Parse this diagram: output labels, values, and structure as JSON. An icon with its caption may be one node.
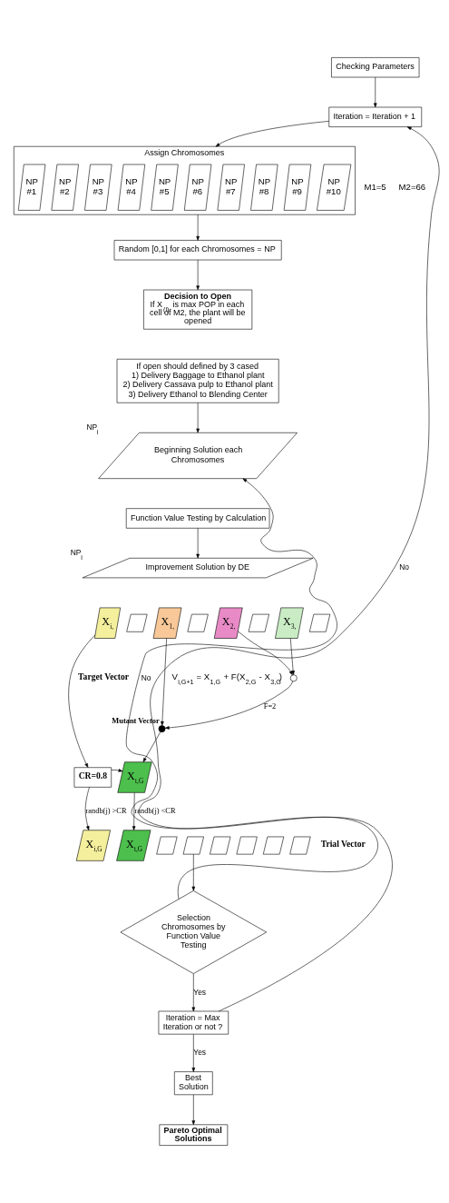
{
  "diagram": {
    "nodes": [
      {
        "text": [
          "Checking Parameters"
        ]
      },
      {
        "text": [
          "Iteration = Iteration + 1"
        ]
      },
      {
        "text": [
          "Assign Chromosomes"
        ]
      },
      {
        "text": [
          "NP #1"
        ],
        "in": 2
      },
      {
        "text": [
          "NP #2"
        ],
        "in": 2
      },
      {
        "text": [
          "NP #3"
        ],
        "in": 2
      },
      {
        "text": [
          "NP #4"
        ],
        "in": 2
      },
      {
        "text": [
          "NP #5"
        ],
        "in": 2
      },
      {
        "text": [
          "NP #6"
        ],
        "in": 2
      },
      {
        "text": [
          "NP #7"
        ],
        "in": 2
      },
      {
        "text": [
          "NP #8"
        ],
        "in": 2
      },
      {
        "text": [
          "NP #9"
        ],
        "in": 2
      },
      {
        "text": [
          "NP #10"
        ],
        "in": 2
      },
      {
        "text": [
          "Random [0,1] for each Chromosomes = NP"
        ]
      },
      {
        "text": [
          "Decision to Open",
          "If X$_{(i)}$ is max POP in each cell of M2, the plant will be opened"
        ]
      },
      {
        "text": [
          "If open should defined by 3 cased",
          "1) Delivery Baggage to Ethanol plant",
          "2) Delivery Cassava pulp to Ethanol plant",
          "3) Delivery Ethanol to Blending Center"
        ]
      },
      {
        "text": [
          "Beginning Solution each Chromosomes"
        ],
        "beside": [
          "NP$_{i}$"
        ]
      },
      {
        "text": [
          "Function Value Testing by Calculation"
        ]
      },
      {
        "text": [
          "Improvement Solution by DE"
        ],
        "beside": [
          "NP$_{i}$"
        ]
      },
      {
        "text": [
          "X$_{i,}$"
        ]
      },
      {
        "text": [],
        "shape": "parallelogram"
      },
      {
        "text": [
          "X$_{1,}$"
        ]
      },
      {
        "text": [],
        "shape": "parallelogram"
      },
      {
        "text": [
          "X$_{2,}$"
        ]
      },
      {
        "text": [],
        "shape": "parallelogram"
      },
      {
        "text": [
          "X$_{3,}$"
        ]
      },
      {
        "text": [],
        "shape": "parallelogram"
      },
      {
        "text": [],
        "shape": "circle"
      },
      {
        "text": [],
        "shape": "circle",
        "beside": [
          "Mutant Vector"
        ]
      },
      {
        "text": [
          "CR=0.8"
        ]
      },
      {
        "text": [
          "X$_{t,G}$"
        ]
      },
      {
        "text": [
          "X$_{i,G}$"
        ]
      },
      {
        "text": [
          "X$_{t,G}$"
        ]
      },
      {
        "text": [],
        "shape": "parallelogram"
      },
      {
        "text": [],
        "shape": "parallelogram"
      },
      {
        "text": [],
        "shape": "parallelogram"
      },
      {
        "text": [],
        "shape": "parallelogram"
      },
      {
        "text": [],
        "shape": "parallelogram"
      },
      {
        "text": [],
        "shape": "parallelogram"
      },
      {
        "text": [
          "Selection Chromosomes by Function Value Testing"
        ]
      },
      {
        "text": [
          "Iteration = Max Iteration or not ?"
        ]
      },
      {
        "text": [
          "Best Solution"
        ]
      },
      {
        "text": [
          "Pareto Optimal Solutions"
        ]
      }
    ],
    "edges": [
      {
        "from": 0,
        "to": 1,
        "arrow": "to"
      },
      {
        "from": 1,
        "to": 2,
        "arrow": "to"
      },
      {
        "from": 2,
        "to": 13,
        "arrow": "to"
      },
      {
        "from": 13,
        "to": 14,
        "arrow": "to"
      },
      {
        "from": 15,
        "to": 16,
        "arrow": "to"
      },
      {
        "from": 17,
        "to": 18,
        "arrow": "to"
      },
      {
        "from": 23,
        "to": 27,
        "arrow": "to"
      },
      {
        "from": 25,
        "to": 27,
        "arrow": "to"
      },
      {
        "from": 27,
        "to": 28,
        "arrow": "to",
        "label": "F=2"
      },
      {
        "from": 21,
        "to": 28,
        "arrow": "to"
      },
      {
        "from": 19,
        "to": 29,
        "arrow": "to"
      },
      {
        "from": 28,
        "to": 30,
        "arrow": "to"
      },
      {
        "from": 29,
        "to": 30,
        "arrow": "to"
      },
      {
        "from": 29,
        "to": 31,
        "arrow": "to",
        "label": "randb(j) >CR"
      },
      {
        "from": 30,
        "to": 32,
        "arrow": "to",
        "label": "randb(j) <CR"
      },
      {
        "from": 34,
        "to": 39,
        "arrow": "to"
      },
      {
        "from": 39,
        "to": 16,
        "arrow": "to",
        "label": "No"
      },
      {
        "from": 39,
        "to": 40,
        "arrow": "to",
        "label": "Yes"
      },
      {
        "from": 40,
        "to": 1,
        "arrow": "to",
        "label": "No"
      },
      {
        "from": 40,
        "to": 41,
        "arrow": "to",
        "label": "Yes"
      },
      {
        "from": 41,
        "to": 42,
        "arrow": "to"
      }
    ],
    "labels": [
      "M1=5",
      "M2=66",
      "Target Vector",
      "V$_{i,G+1}$ = X$_{1,G}$ + F(X$_{2,G}$ - X$_{3,G}$)",
      "Trial Vector"
    ]
  }
}
